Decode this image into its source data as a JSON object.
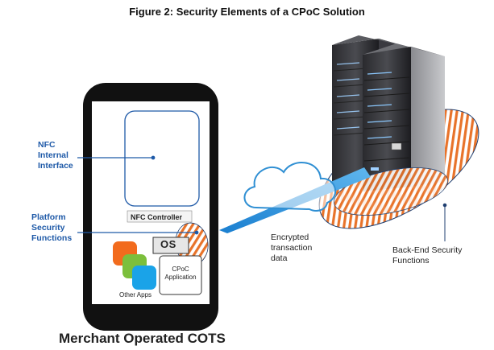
{
  "title": "Figure 2: Security Elements of a CPoC Solution",
  "labels": {
    "nfc_internal": [
      "NFC",
      "Internal",
      "Interface"
    ],
    "platform_security": [
      "Platform",
      "Security",
      "Functions"
    ],
    "nfc_controller": "NFC Controller",
    "os": "OS",
    "cpoc_app": [
      "CPoC",
      "Application"
    ],
    "other_apps": "Other Apps",
    "encrypted": [
      "Encrypted",
      "transaction",
      "data"
    ],
    "backend": [
      "Back-End  Security",
      "Functions"
    ],
    "merchant": "Merchant  Operated COTS"
  },
  "colors": {
    "label_blue": "#1f5aa8",
    "stripe_orange": "#e8732a",
    "app_orange": "#f26b1d",
    "app_green": "#7cbf3c",
    "app_blue": "#1aa3e8",
    "cloud_blue": "#2f8fd3",
    "phone_black": "#111111"
  }
}
